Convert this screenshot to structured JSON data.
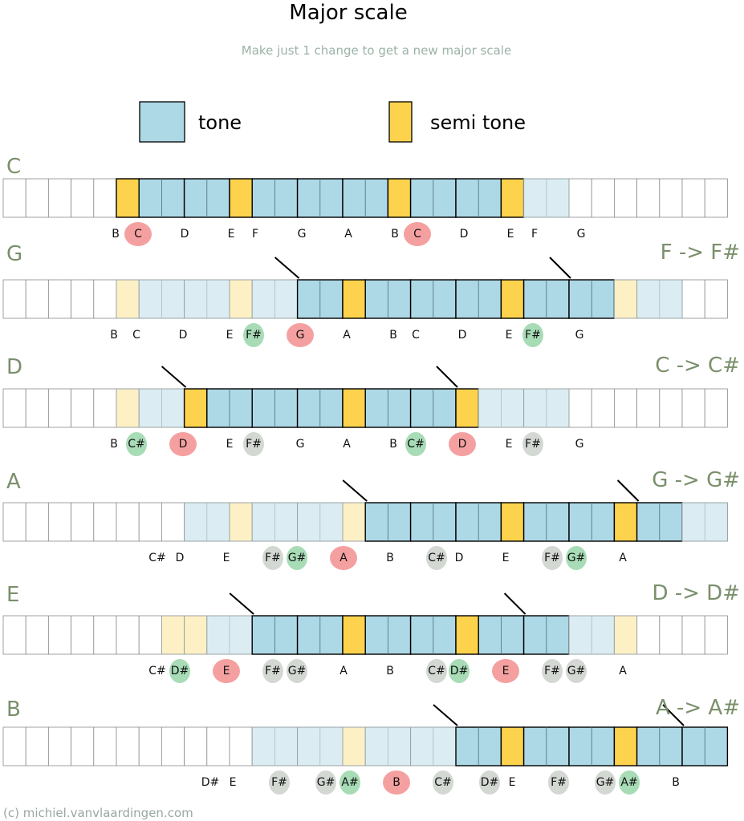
{
  "title": "Major scale",
  "subtitle": "Make just 1 change to get a new major scale",
  "legend": {
    "tone": "tone",
    "semitone": "semi tone"
  },
  "colors": {
    "tone": "#add8e6",
    "tone_faded": "#dbedf3",
    "semitone": "#fdd24d",
    "semitone_faded": "#fdf0c4",
    "root_marker": "#f5a0a0",
    "new_sharp_marker": "#a8dcb6",
    "old_sharp_marker": "#d3d8d3",
    "label_green": "#7a8f6b"
  },
  "rows": [
    {
      "scale": "C",
      "change": "",
      "notes": [
        "B",
        "C",
        "D",
        "E",
        "F",
        "G",
        "A",
        "B",
        "C",
        "D",
        "E",
        "F",
        "G"
      ],
      "root": "C",
      "new_sharp": "",
      "old_sharps": []
    },
    {
      "scale": "G",
      "change": "F -> F#",
      "notes": [
        "B",
        "C",
        "D",
        "E",
        "F#",
        "G",
        "A",
        "B",
        "C",
        "D",
        "E",
        "F#",
        "G"
      ],
      "root": "G",
      "new_sharp": "F#",
      "old_sharps": []
    },
    {
      "scale": "D",
      "change": "C -> C#",
      "notes": [
        "B",
        "C#",
        "D",
        "E",
        "F#",
        "G",
        "A",
        "B",
        "C#",
        "D",
        "E",
        "F#",
        "G"
      ],
      "root": "D",
      "new_sharp": "C#",
      "old_sharps": [
        "F#"
      ]
    },
    {
      "scale": "A",
      "change": "G -> G#",
      "notes": [
        "C#",
        "D",
        "E",
        "F#",
        "G#",
        "A",
        "B",
        "C#",
        "D",
        "E",
        "F#",
        "G#",
        "A"
      ],
      "root": "A",
      "new_sharp": "G#",
      "old_sharps": [
        "C#",
        "F#"
      ]
    },
    {
      "scale": "E",
      "change": "D -> D#",
      "notes": [
        "C#",
        "D#",
        "E",
        "F#",
        "G#",
        "A",
        "B",
        "C#",
        "D#",
        "E",
        "F#",
        "G#",
        "A"
      ],
      "root": "E",
      "new_sharp": "D#",
      "old_sharps": [
        "C#",
        "F#",
        "G#"
      ]
    },
    {
      "scale": "B",
      "change": "A -> A#",
      "notes": [
        "D#",
        "E",
        "F#",
        "G#",
        "A#",
        "B",
        "C#",
        "D#",
        "E",
        "F#",
        "G#",
        "A#",
        "B"
      ],
      "root": "B",
      "new_sharp": "A#",
      "old_sharps": [
        "C#",
        "D#",
        "F#",
        "G#"
      ]
    }
  ],
  "copyright": "(c) michiel.vanvlaardingen.com"
}
